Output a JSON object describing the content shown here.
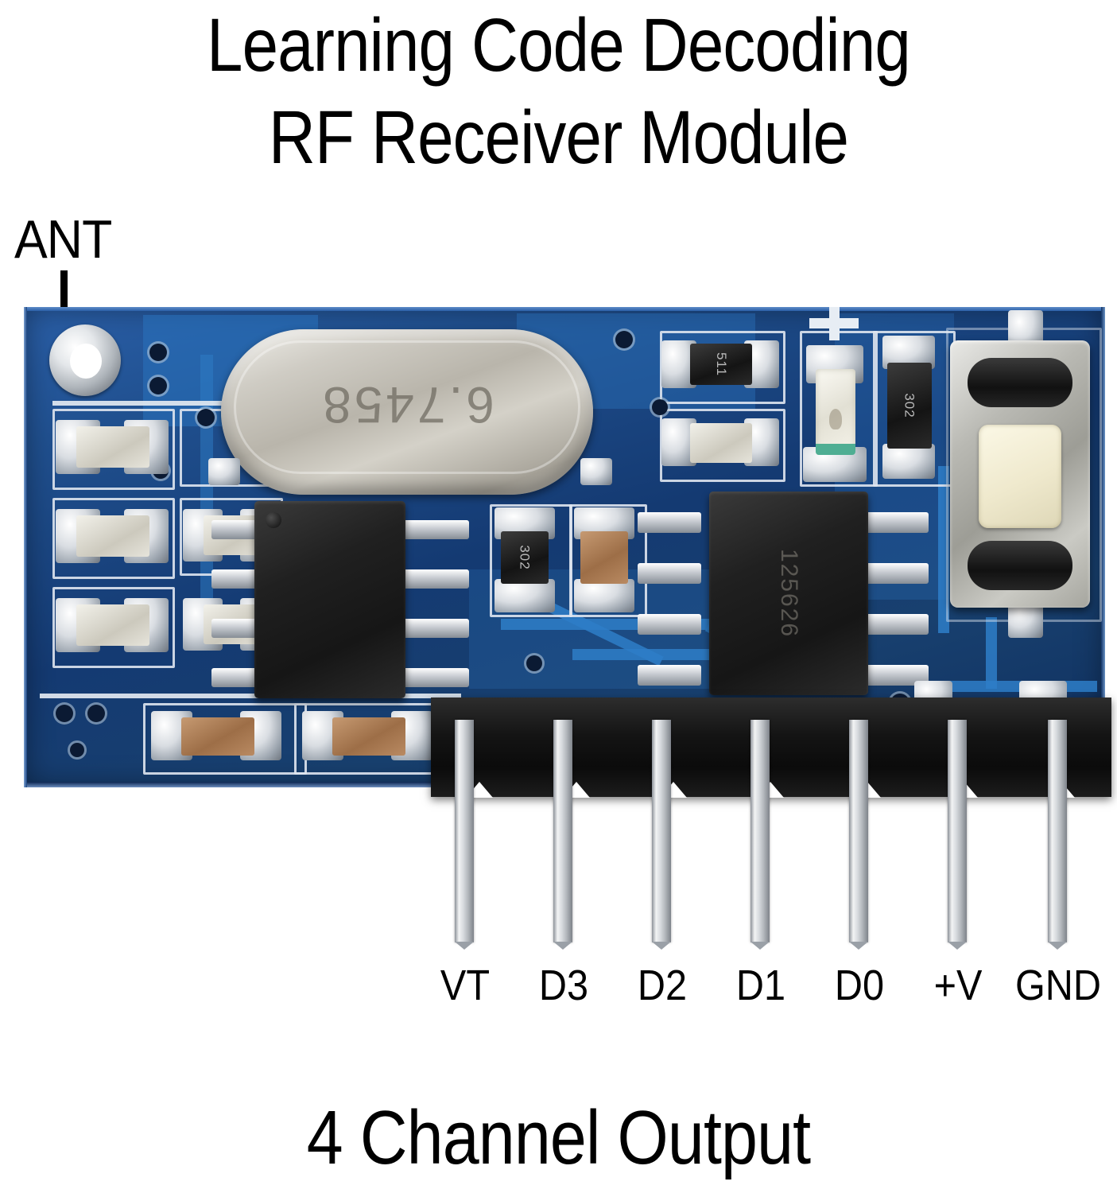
{
  "title": {
    "line1": "Learning Code Decoding",
    "line2": "RF Receiver Module"
  },
  "caption": {
    "line1": "4 Channel Output"
  },
  "callouts": {
    "antenna_label": "ANT"
  },
  "pin_header": {
    "count": 7,
    "labels": [
      "VT",
      "D3",
      "D2",
      "D1",
      "D0",
      "+V",
      "GND"
    ]
  },
  "board": {
    "color_solder_mask": "#17406f",
    "color_trace": "#2e7ec8",
    "color_silkscreen": "#e3e9f1",
    "color_pad": "#d9dde2"
  },
  "components": {
    "crystal": {
      "name": "crystal-oscillator",
      "marking": "6.7458",
      "body_color": "#c9c6bd"
    },
    "main_ic": {
      "name": "decoder-ic",
      "marking": "",
      "body_color": "#1a1a1a"
    },
    "secondary_ic": {
      "name": "receiver-ic",
      "marking": "125626",
      "body_color": "#1a1a1a"
    },
    "tact_switch": {
      "name": "learning-button",
      "body_color": "#b9b9b3",
      "button_color": "#f3eedb"
    },
    "led": {
      "name": "status-led",
      "silk_mark": "+",
      "body_color": "#f2f1ea"
    },
    "resistors": [
      {
        "marking": "511"
      },
      {
        "marking": "302"
      },
      {
        "marking": "302"
      }
    ]
  }
}
